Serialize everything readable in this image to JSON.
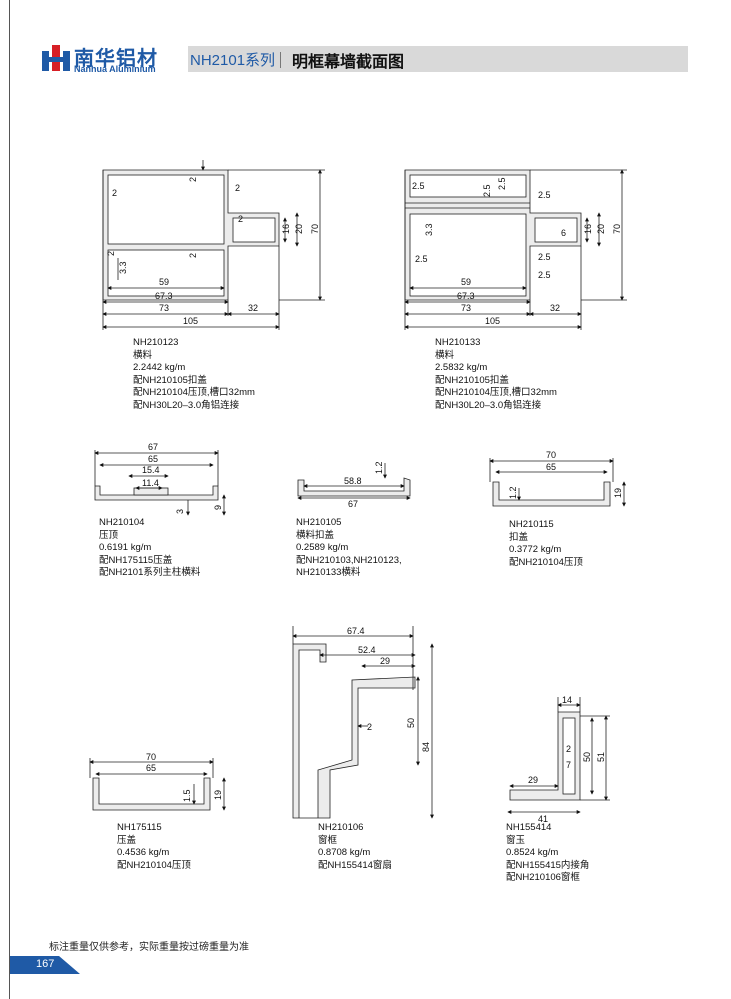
{
  "header": {
    "brand_cn": "南华铝材",
    "brand_en": "Nanhua Aluminium",
    "series": "NH2101系列",
    "title": "明框幕墙截面图"
  },
  "colors": {
    "brand": "#1f5aa6",
    "band": "#d9d9d9",
    "profile_fill": "#e6e6e6"
  },
  "profiles": [
    {
      "id": "NH210123",
      "type": "横料",
      "weight": "2.2442 kg/m",
      "notes": [
        "配NH210105扣盖",
        "配NH210104压顶,槽口32mm",
        "配NH30L20–3.0角铝连接"
      ],
      "dims": [
        "2",
        "2",
        "2",
        "2",
        "3.3",
        "2",
        "2",
        "59",
        "67.3",
        "73",
        "32",
        "105",
        "16",
        "20",
        "70"
      ]
    },
    {
      "id": "NH210133",
      "type": "横料",
      "weight": "2.5832 kg/m",
      "notes": [
        "配NH210105扣盖",
        "配NH210104压顶,槽口32mm",
        "配NH30L20–3.0角铝连接"
      ],
      "dims": [
        "2.5",
        "2.5",
        "2.5",
        "2.5",
        "3.3",
        "2.5",
        "6",
        "2.5",
        "2.5",
        "59",
        "67.3",
        "73",
        "32",
        "105",
        "16",
        "20",
        "70"
      ]
    },
    {
      "id": "NH210104",
      "type": "压顶",
      "weight": "0.6191 kg/m",
      "notes": [
        "配NH175115压盖",
        "配NH2101系列主柱横料"
      ],
      "dims": [
        "67",
        "65",
        "15.4",
        "11.4",
        "3",
        "9"
      ]
    },
    {
      "id": "NH210105",
      "type": "横料扣盖",
      "weight": "0.2589 kg/m",
      "notes": [
        "配NH210103,NH210123,",
        "NH210133横料"
      ],
      "dims": [
        "1.2",
        "58.8",
        "67"
      ]
    },
    {
      "id": "NH210115",
      "type": "扣盖",
      "weight": "0.3772 kg/m",
      "notes": [
        "配NH210104压顶"
      ],
      "dims": [
        "70",
        "65",
        "1.2",
        "19"
      ]
    },
    {
      "id": "NH175115",
      "type": "压盖",
      "weight": "0.4536 kg/m",
      "notes": [
        "配NH210104压顶"
      ],
      "dims": [
        "70",
        "65",
        "1.5",
        "19"
      ]
    },
    {
      "id": "NH210106",
      "type": "窗框",
      "weight": "0.8708 kg/m",
      "notes": [
        "配NH155414窗扇"
      ],
      "dims": [
        "67.4",
        "52.4",
        "29",
        "2",
        "50",
        "84"
      ]
    },
    {
      "id": "NH155414",
      "type": "窗玉",
      "weight": "0.8524 kg/m",
      "notes": [
        "配NH155415内接角",
        "配NH210106窗框"
      ],
      "dims": [
        "14",
        "2",
        "7",
        "50",
        "51",
        "29",
        "41"
      ]
    }
  ],
  "footer": {
    "note": "标注重量仅供参考，实际重量按过磅重量为准",
    "page": "167"
  }
}
